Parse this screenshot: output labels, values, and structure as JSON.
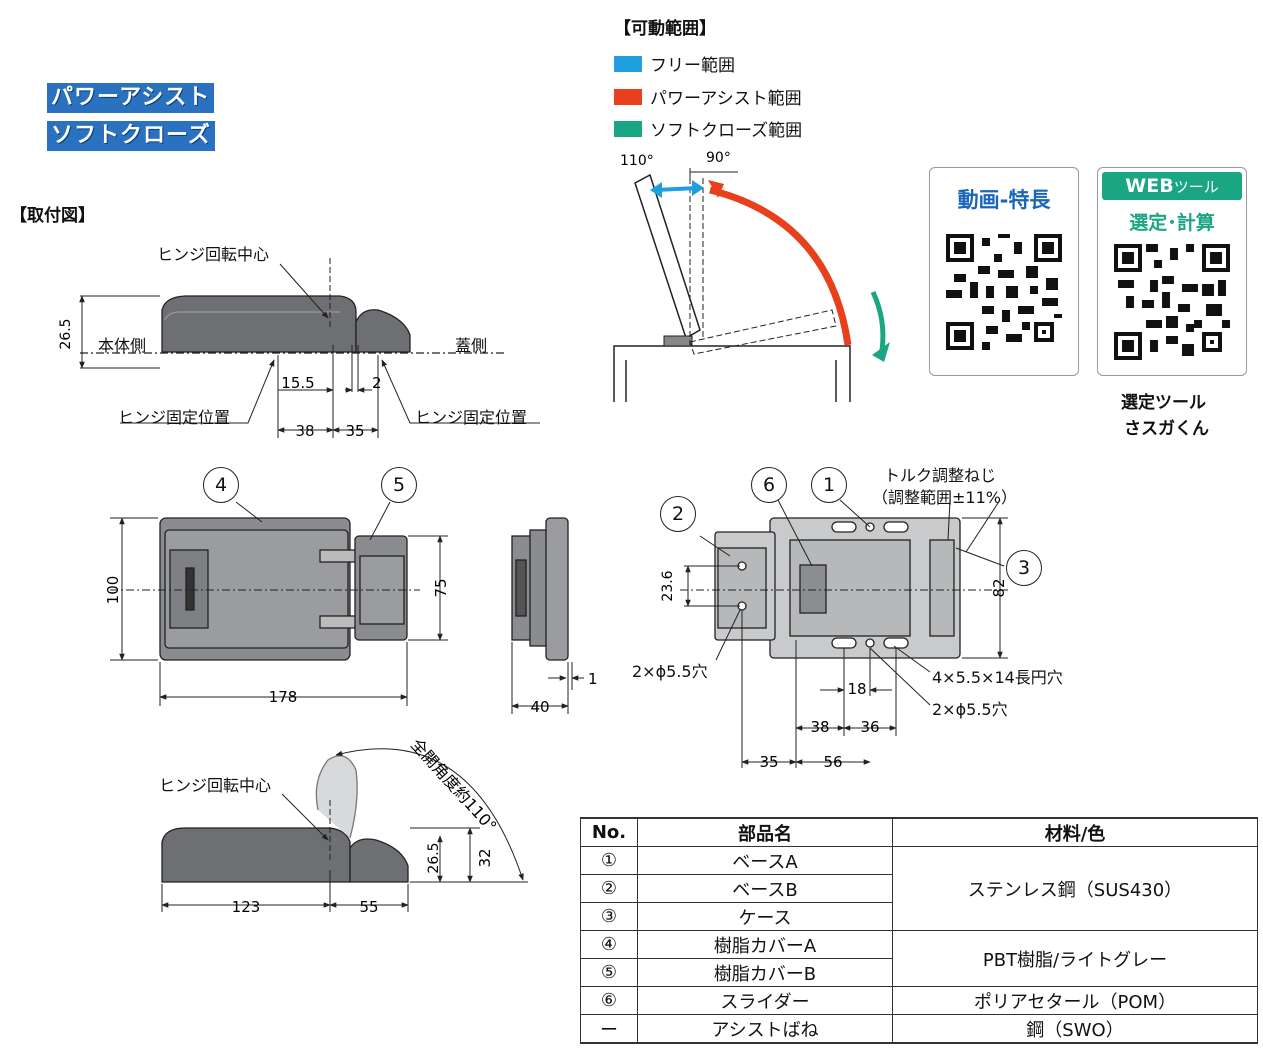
{
  "badges": {
    "power_assist": "パワーアシスト",
    "soft_close": "ソフトクローズ"
  },
  "mount_drawing": {
    "title": "【取付図】",
    "hinge_center": "ヒンジ回転中心",
    "body_side": "本体側",
    "lid_side": "蓋側",
    "hinge_fix_left": "ヒンジ固定位置",
    "hinge_fix_right": "ヒンジ固定位置",
    "dims": {
      "h": "26.5",
      "a": "15.5",
      "b": "2",
      "c": "38",
      "d": "35"
    }
  },
  "motion_range": {
    "title": "【可動範囲】",
    "legend": [
      {
        "label": "フリー範囲",
        "color": "#1f9ee0"
      },
      {
        "label": "パワーアシスト範囲",
        "color": "#e8401c"
      },
      {
        "label": "ソフトクローズ範囲",
        "color": "#1aa583"
      }
    ],
    "angle_open": "110°",
    "angle_90": "90°"
  },
  "qr_cards": {
    "video": {
      "title": "動画-特長"
    },
    "web": {
      "badge_bold": "WEB",
      "badge_rest": "ツール",
      "title": "選定･計算",
      "caption_1": "選定ツール",
      "caption_2": "さスガくん"
    }
  },
  "top_view": {
    "callouts": [
      "4",
      "5"
    ],
    "dims": {
      "height": "100",
      "height_inner": "75",
      "length": "178"
    }
  },
  "side_view": {
    "dims": {
      "depth": "40",
      "offset": "1"
    }
  },
  "bottom_view": {
    "callouts": [
      "2",
      "6",
      "1",
      "3"
    ],
    "torque_screw": "トルク調整ねじ",
    "torque_range": "（調整範囲±11%）",
    "hole_b": "2×ϕ5.5穴",
    "slot": "4×5.5×14長円穴",
    "hole_a": "2×ϕ5.5穴",
    "dims": {
      "pitch_b": "23.6",
      "h82": "82",
      "d18": "18",
      "d38": "38",
      "d36": "36",
      "d35": "35",
      "d56": "56"
    }
  },
  "open_view": {
    "hinge_center": "ヒンジ回転中心",
    "full_open": "全開角度約110°",
    "dims": {
      "h26": "26.5",
      "h32": "32",
      "l123": "123",
      "l55": "55"
    }
  },
  "parts_table": {
    "headers": [
      "No.",
      "部品名",
      "材料/色"
    ],
    "rows": [
      {
        "no": "①",
        "name": "ベースA"
      },
      {
        "no": "②",
        "name": "ベースB"
      },
      {
        "no": "③",
        "name": "ケース"
      },
      {
        "no": "④",
        "name": "樹脂カバーA"
      },
      {
        "no": "⑤",
        "name": "樹脂カバーB"
      },
      {
        "no": "⑥",
        "name": "スライダー"
      },
      {
        "no": "ー",
        "name": "アシストばね"
      }
    ],
    "materials": {
      "stainless": "ステンレス鋼（SUS430）",
      "pbt": "PBT樹脂/ライトグレー",
      "pom": "ポリアセタール（POM）",
      "steel": "鋼（SWO）"
    }
  }
}
